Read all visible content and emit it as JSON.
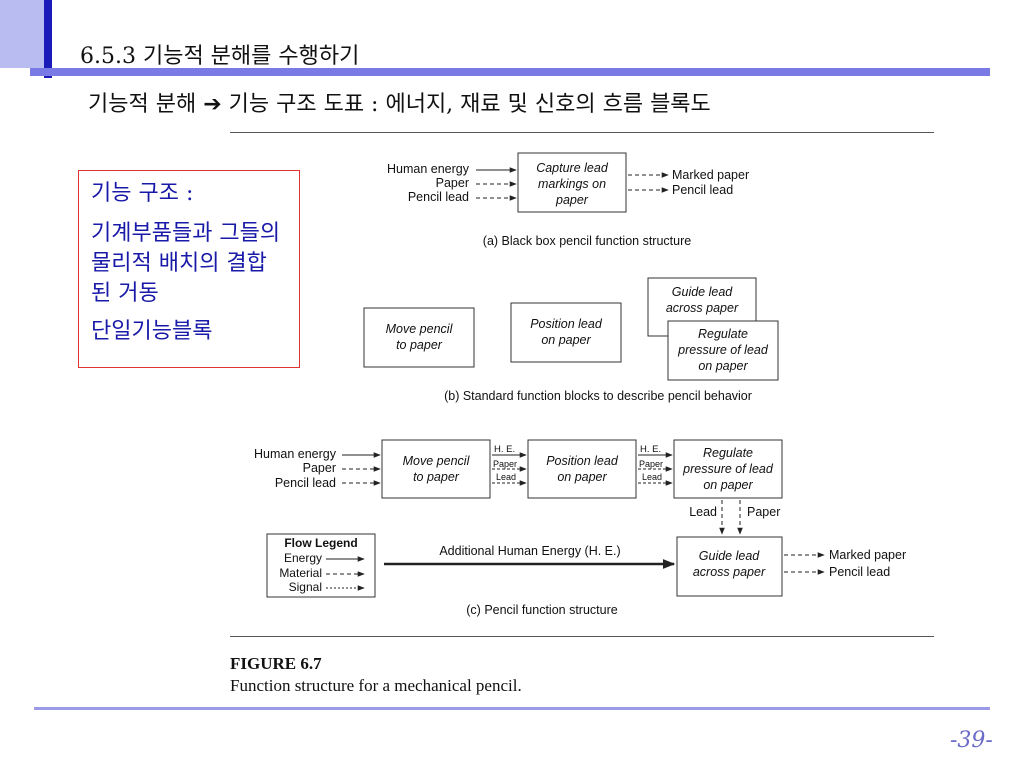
{
  "slide": {
    "title": "6.5.3 기능적 분해를 수행하기",
    "subtitle_part1": "기능적 분해",
    "arrow": "➔",
    "subtitle_part2": "기능 구조 도표 : 에너지, 재료 및 신호의 흐름 블록도",
    "page_number": "-39-"
  },
  "callout": {
    "line1": "기능 구조 :",
    "line2": "기계부품들과 그들의 물리적 배치의 결합된 거동",
    "line3": "단일기능블록"
  },
  "figure": {
    "a": {
      "inputs": [
        "Human energy",
        "Paper",
        "Pencil lead"
      ],
      "box": [
        "Capture lead",
        "markings on",
        "paper"
      ],
      "outputs": [
        "Marked paper",
        "Pencil lead"
      ],
      "caption": "(a) Black box pencil function structure"
    },
    "b": {
      "box1": [
        "Move pencil",
        "to paper"
      ],
      "box2": [
        "Position lead",
        "on paper"
      ],
      "box3": [
        "Guide lead",
        "across paper"
      ],
      "box4": [
        "Regulate",
        "pressure of lead",
        "on paper"
      ],
      "caption": "(b) Standard function blocks to describe pencil behavior"
    },
    "c": {
      "inputs": [
        "Human energy",
        "Paper",
        "Pencil lead"
      ],
      "box1": [
        "Move pencil",
        "to paper"
      ],
      "box2": [
        "Position lead",
        "on paper"
      ],
      "box3": [
        "Regulate",
        "pressure of lead",
        "on paper"
      ],
      "box4": [
        "Guide lead",
        "across paper"
      ],
      "he_label": "H. E.",
      "paper_small": "Paper",
      "lead_small": "Lead",
      "lead_down": "Lead",
      "paper_down": "Paper",
      "additional": "Additional Human Energy (H. E.)",
      "outputs": [
        "Marked paper",
        "Pencil lead"
      ],
      "legend_title": "Flow Legend",
      "legend_items": [
        "Energy",
        "Material",
        "Signal"
      ],
      "caption": "(c) Pencil function structure"
    },
    "label": "FIGURE 6.7",
    "description": "Function structure for a mechanical pencil."
  }
}
